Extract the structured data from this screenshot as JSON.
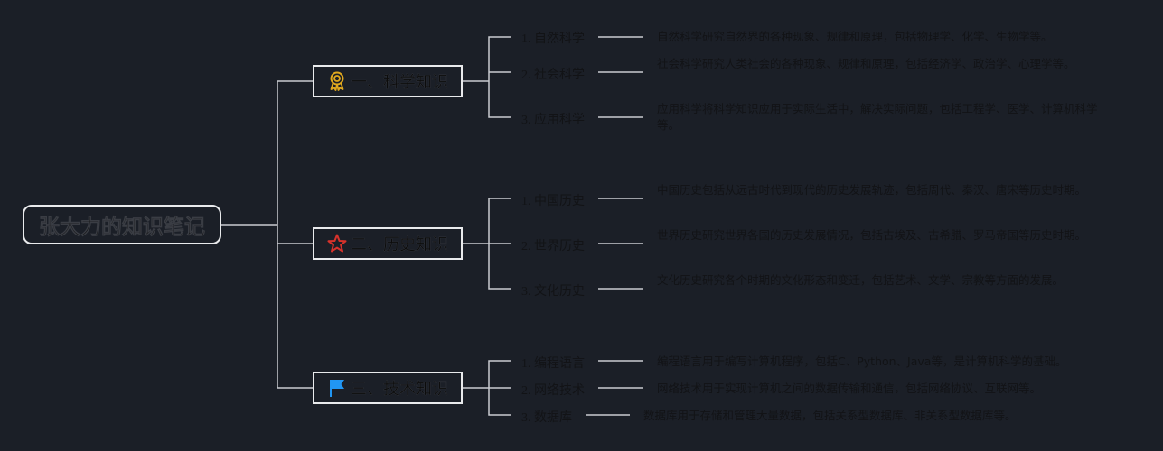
{
  "root": {
    "title": "张大力的知识笔记"
  },
  "branches": [
    {
      "label": "一、科学知识",
      "icon": "award-ribbon-icon",
      "icon_color": "#e0a81e",
      "children": [
        {
          "label": "1. 自然科学",
          "desc": "自然科学研究自然界的各种现象、规律和原理，包括物理学、化学、生物学等。"
        },
        {
          "label": "2. 社会科学",
          "desc": "社会科学研究人类社会的各种现象、规律和原理，包括经济学、政治学、心理学等。"
        },
        {
          "label": "3. 应用科学",
          "desc": "应用科学将科学知识应用于实际生活中，解决实际问题，包括工程学、医学、计算机科学等。"
        }
      ]
    },
    {
      "label": "二、历史知识",
      "icon": "star-icon",
      "icon_color": "#d8322b",
      "children": [
        {
          "label": "1. 中国历史",
          "desc": "中国历史包括从远古时代到现代的历史发展轨迹，包括周代、秦汉、唐宋等历史时期。"
        },
        {
          "label": "2. 世界历史",
          "desc": "世界历史研究世界各国的历史发展情况，包括古埃及、古希腊、罗马帝国等历史时期。"
        },
        {
          "label": "3. 文化历史",
          "desc": "文化历史研究各个时期的文化形态和变迁，包括艺术、文学、宗教等方面的发展。"
        }
      ]
    },
    {
      "label": "三、技术知识",
      "icon": "flag-icon",
      "icon_color": "#2196f3",
      "children": [
        {
          "label": "1. 编程语言",
          "desc": "编程语言用于编写计算机程序，包括C、Python、Java等，是计算机科学的基础。"
        },
        {
          "label": "2. 网络技术",
          "desc": "网络技术用于实现计算机之间的数据传输和通信，包括网络协议、互联网等。"
        },
        {
          "label": "3. 数据库",
          "desc": "数据库用于存储和管理大量数据，包括关系型数据库、非关系型数据库等。"
        }
      ]
    }
  ]
}
